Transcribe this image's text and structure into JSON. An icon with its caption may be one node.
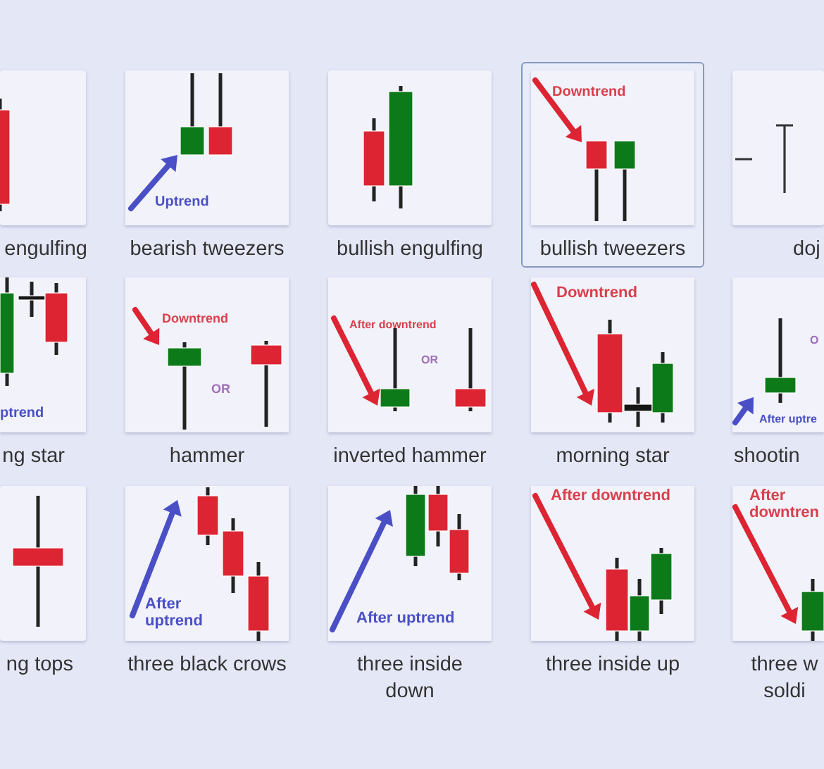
{
  "diagram": {
    "nodes": [
      {
        "text": [],
        "shape": "picture",
        "beside": [
          "engulfing"
        ]
      },
      {
        "text": [
          "Uptrend"
        ],
        "beside": [
          "bearish tweezers"
        ]
      },
      {
        "text": [],
        "shape": "picture",
        "beside": [
          "bullish engulfing"
        ]
      },
      {
        "text": [
          "Downtrend"
        ],
        "beside": [
          "bullish tweezers"
        ]
      },
      {
        "text": [],
        "shape": "picture",
        "beside": [
          "doj"
        ]
      },
      {
        "text": [
          "ptrend"
        ],
        "beside": [
          "ng star"
        ]
      },
      {
        "text": [
          "Downtrend",
          "OR"
        ],
        "beside": [
          "hammer"
        ]
      },
      {
        "text": [
          "After downtrend",
          "OR"
        ],
        "beside": [
          "inverted hammer"
        ]
      },
      {
        "text": [
          "Downtrend"
        ],
        "beside": [
          "morning star"
        ]
      },
      {
        "text": [
          "O",
          "After uptre"
        ],
        "beside": [
          "shootin"
        ]
      },
      {
        "text": [],
        "shape": "picture",
        "beside": [
          "ng tops"
        ]
      },
      {
        "text": [
          "After uptrend"
        ],
        "beside": [
          "three black crows"
        ]
      },
      {
        "text": [
          "After uptrend"
        ],
        "beside": [
          "three inside down"
        ]
      },
      {
        "text": [
          "After downtrend"
        ],
        "beside": [
          "three inside up"
        ]
      },
      {
        "text": [
          "After downtren"
        ],
        "beside": [
          "three w soldi"
        ]
      }
    ]
  }
}
